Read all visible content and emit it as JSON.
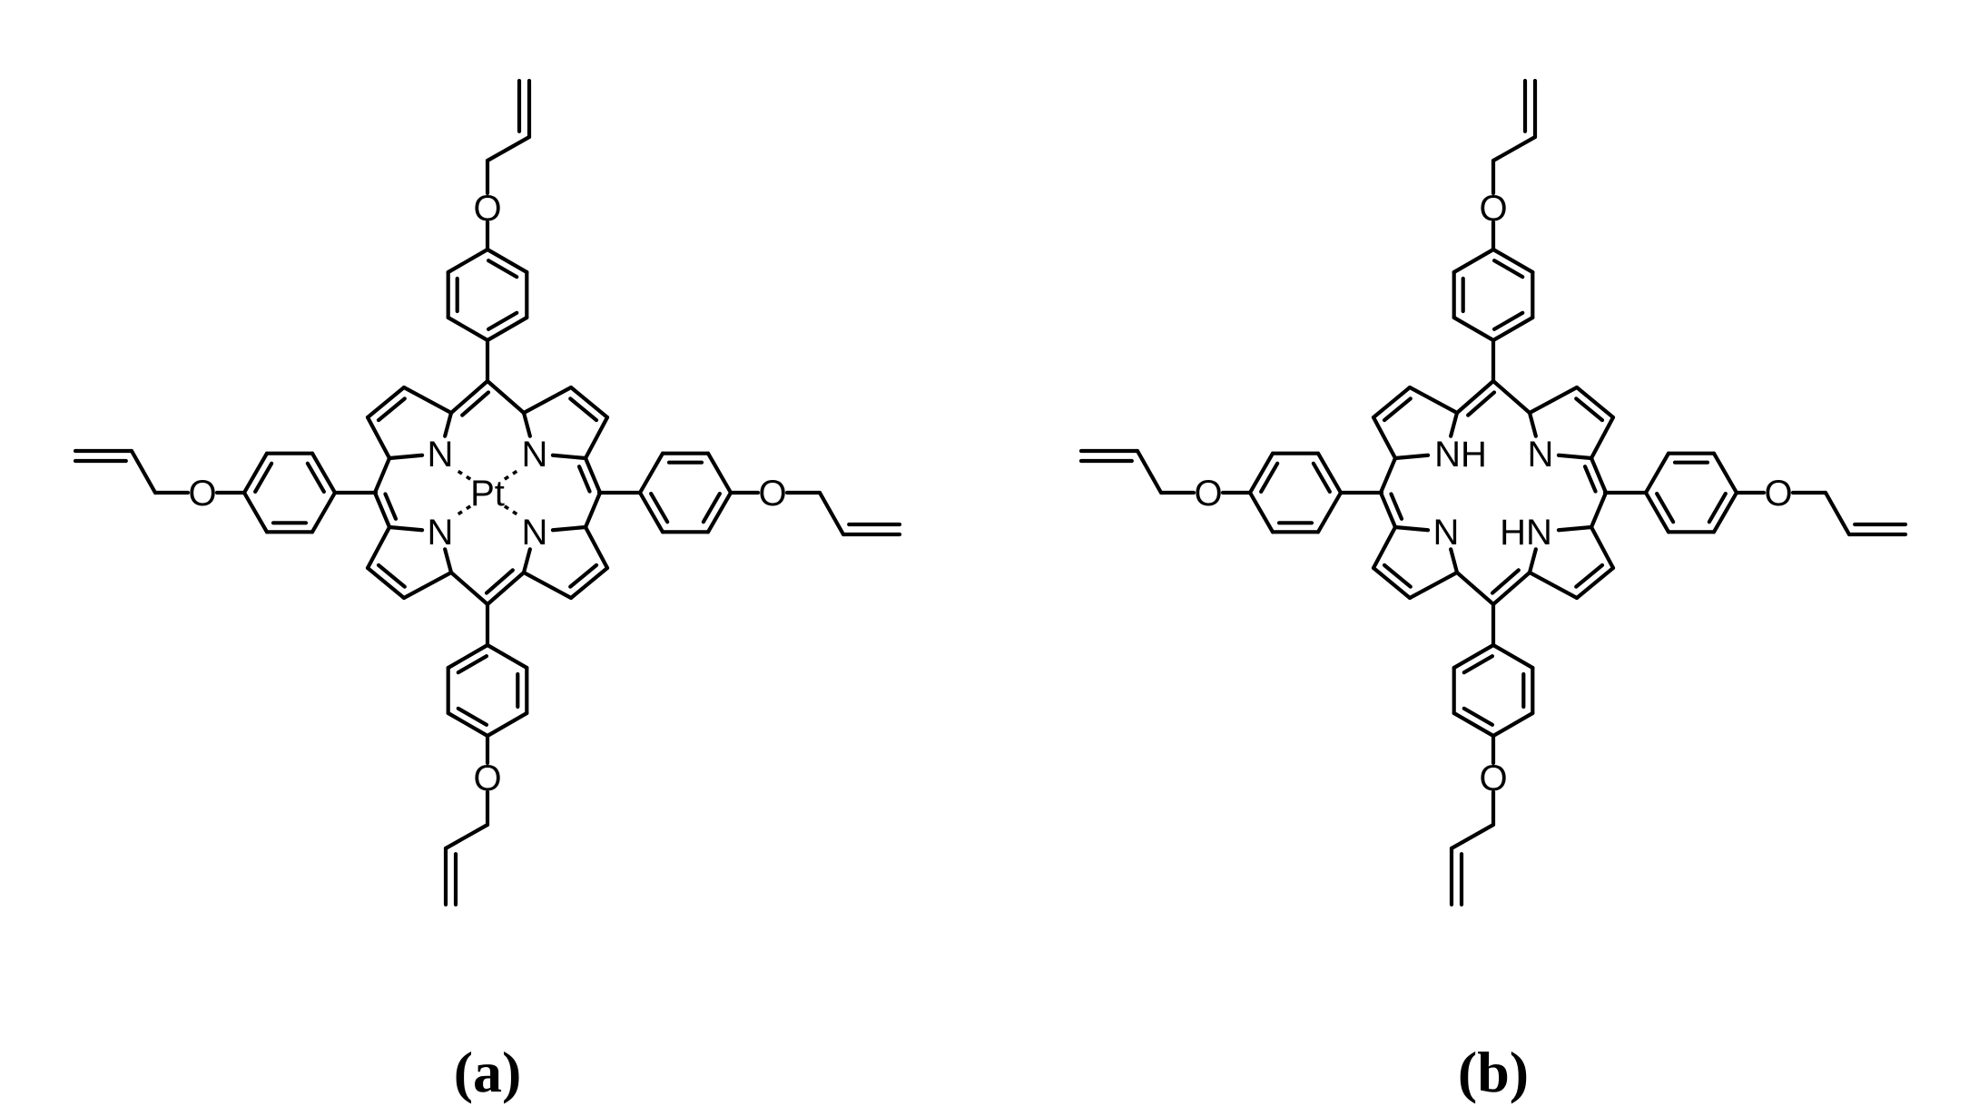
{
  "structures": [
    {
      "id": "a",
      "caption": "(a)",
      "metal": "Pt",
      "core_labels": [
        "N",
        "N",
        "N",
        "N"
      ],
      "oxygen_label": "O"
    },
    {
      "id": "b",
      "caption": "(b)",
      "metal": "",
      "core_labels": [
        "NH",
        "N",
        "N",
        "HN"
      ],
      "oxygen_label": "O"
    }
  ]
}
